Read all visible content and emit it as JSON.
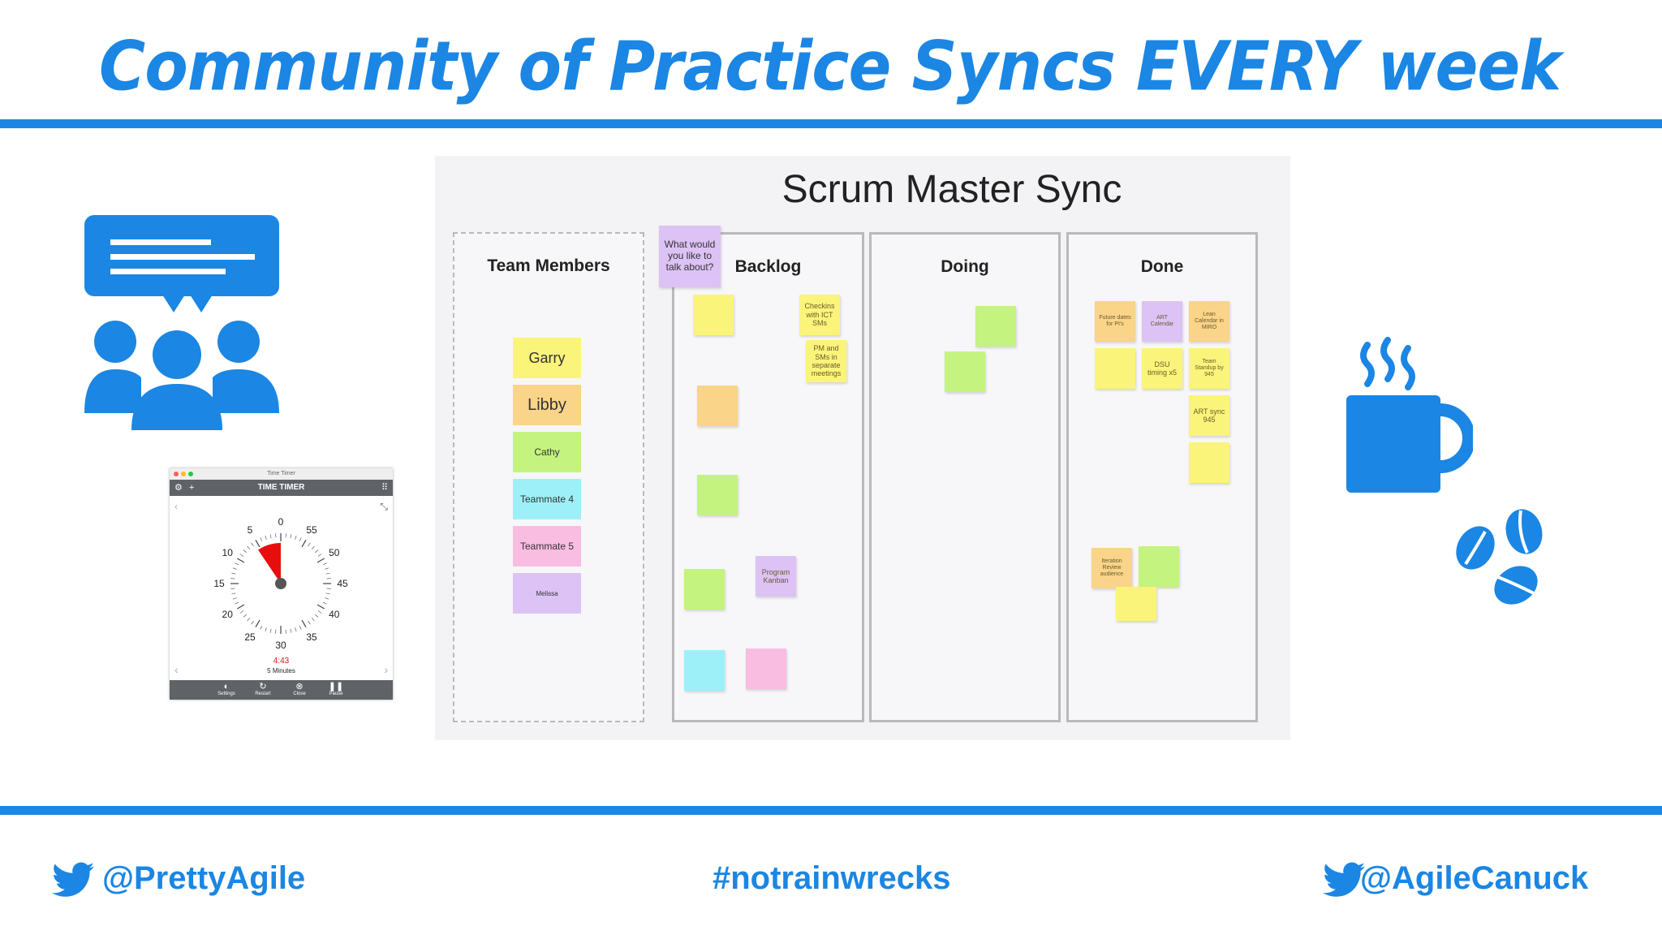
{
  "slide": {
    "title": "Community of Practice Syncs EVERY week",
    "accent_color": "#1b86e3"
  },
  "board": {
    "title": "Scrum Master Sync",
    "prompt_note": "What would you like to talk about?",
    "columns": {
      "team": "Team Members",
      "backlog": "Backlog",
      "doing": "Doing",
      "done": "Done"
    },
    "team_members": [
      "Garry",
      "Libby",
      "Cathy",
      "Teammate 4",
      "Teammate 5",
      "Melissa"
    ],
    "backlog_notes": [
      "Checkins with ICT SMs",
      "PM and SMs in separate meetings",
      "Program Kanban"
    ],
    "done_notes": [
      "Future dates for PI's",
      "ART Calendar",
      "Lean Calendar in MIRO",
      "DSU timing x5",
      "Team Standup by 945",
      "ART sync 945",
      "Iteration Review audience"
    ]
  },
  "timer": {
    "window_title": "Time Timer",
    "brand": "TIME TIMER",
    "dial_numbers": [
      "0",
      "5",
      "10",
      "15",
      "20",
      "25",
      "30",
      "35",
      "40",
      "45",
      "50",
      "55"
    ],
    "remaining": "4:43",
    "duration": "5 Minutes",
    "remaining_fraction": 0.0943,
    "buttons": [
      "Settings",
      "Restart",
      "Close",
      "Pause"
    ],
    "wedge_color": "#e80e0e"
  },
  "footer": {
    "left_handle": "@PrettyAgile",
    "hashtag": "#notrainwrecks",
    "right_handle": "@AgileCanuck"
  }
}
